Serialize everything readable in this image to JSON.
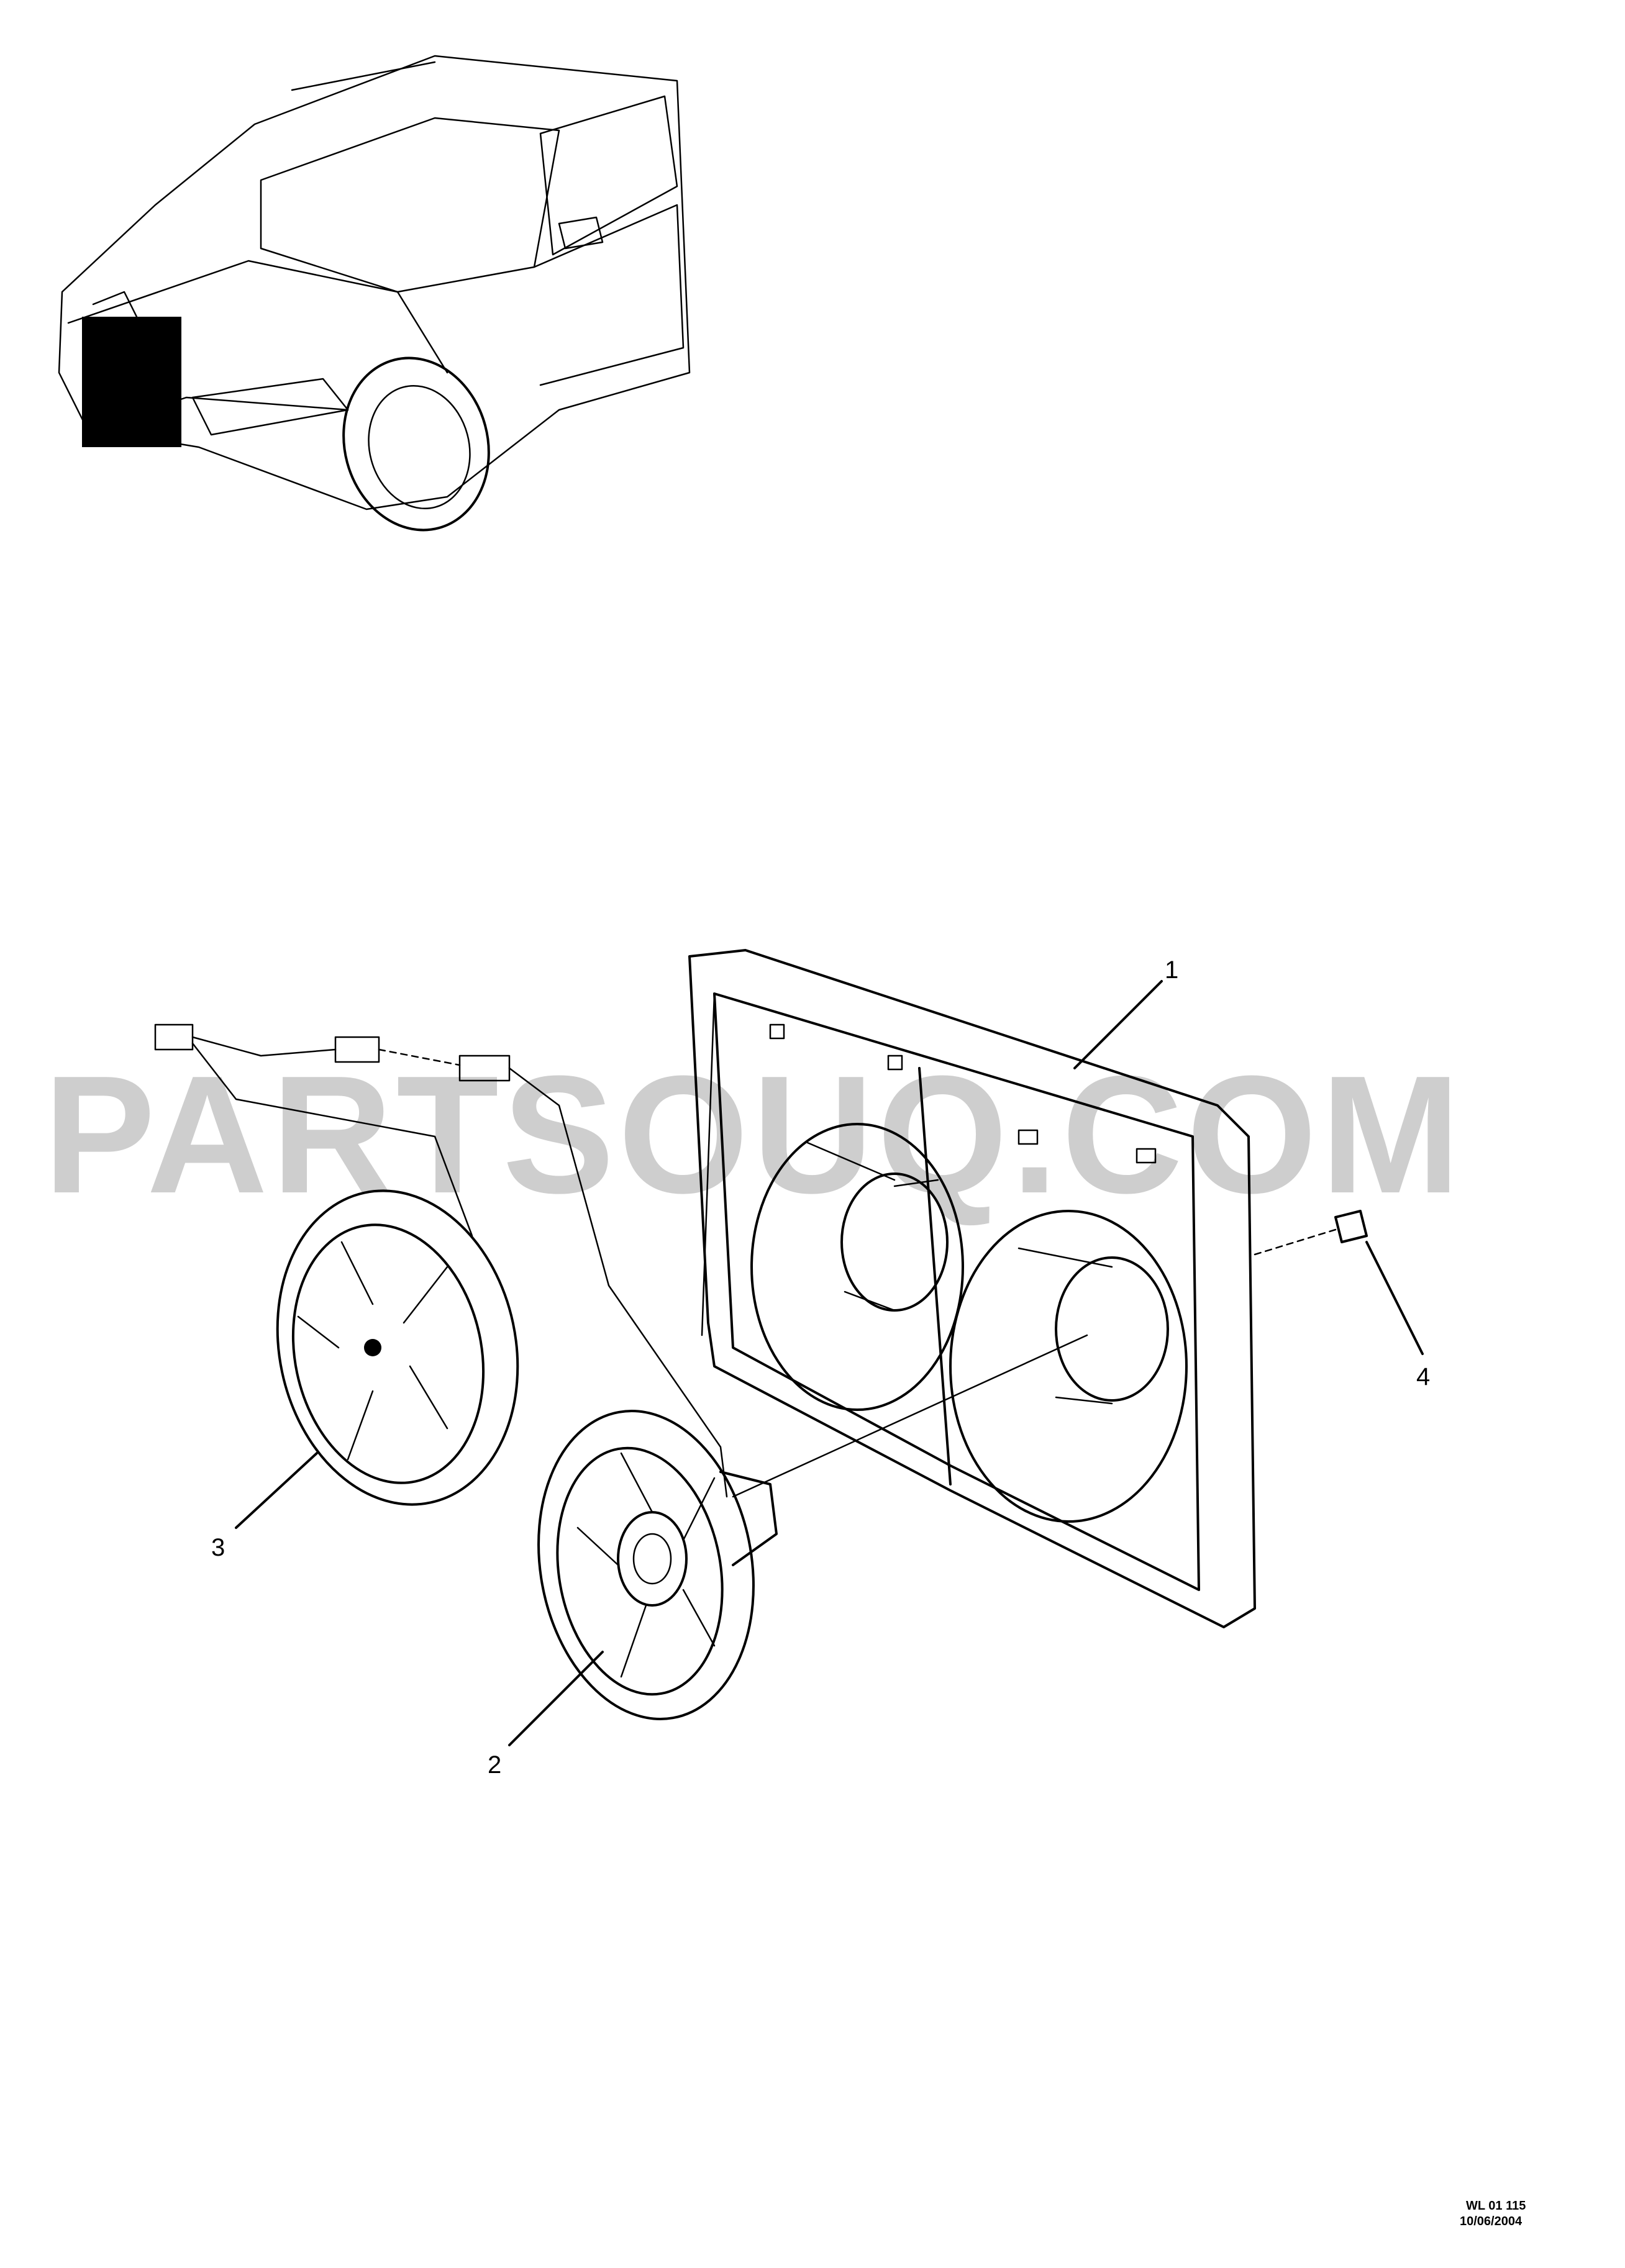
{
  "diagram": {
    "callouts": [
      {
        "id": "1",
        "label": "1"
      },
      {
        "id": "2",
        "label": "2"
      },
      {
        "id": "3",
        "label": "3"
      },
      {
        "id": "4",
        "label": "4"
      }
    ],
    "watermark": "PARTSOUQ.COM",
    "reference": {
      "code": "WL 01 115",
      "date": "10/06/2004"
    }
  }
}
